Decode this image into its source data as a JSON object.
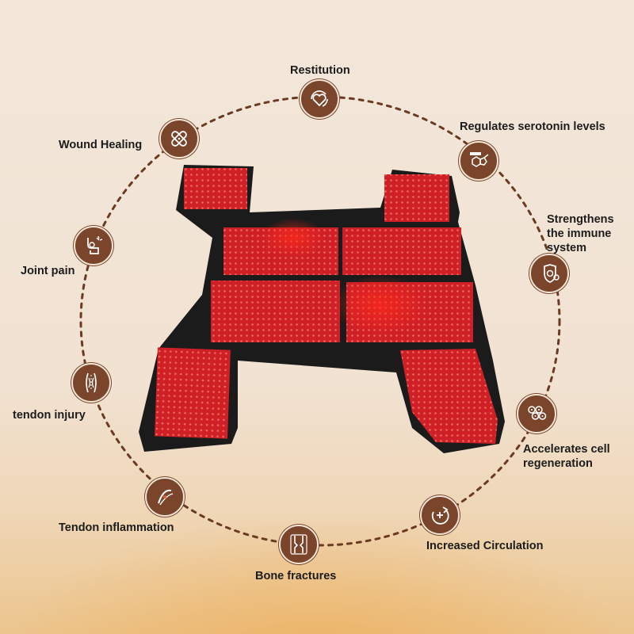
{
  "colors": {
    "background": "#f2e5d6",
    "icon_fill": "#7a452b",
    "ring": "#6b3a22",
    "led_panel": "#d8222a",
    "wrap": "#1b1b1b"
  },
  "center_image": {
    "name": "red-light-therapy-wrap",
    "led_color": "red"
  },
  "benefits": [
    {
      "label": "Restitution",
      "icon": "heart-cycle-icon"
    },
    {
      "label": "Regulates serotonin levels",
      "icon": "serotonin-molecule-icon"
    },
    {
      "label": "Strengthens\nthe immune\nsystem",
      "icon": "shield-virus-icon"
    },
    {
      "label": "Accelerates cell\nregeneration",
      "icon": "cells-icon"
    },
    {
      "label": "Increased Circulation",
      "icon": "circulation-icon"
    },
    {
      "label": "Bone fractures",
      "icon": "bone-fracture-icon"
    },
    {
      "label": "Tendon inflammation",
      "icon": "tendon-inflammation-icon"
    },
    {
      "label": "tendon injury",
      "icon": "tendon-injury-icon"
    },
    {
      "label": "Joint pain",
      "icon": "joint-pain-icon"
    },
    {
      "label": "Wound Healing",
      "icon": "bandage-icon"
    }
  ]
}
